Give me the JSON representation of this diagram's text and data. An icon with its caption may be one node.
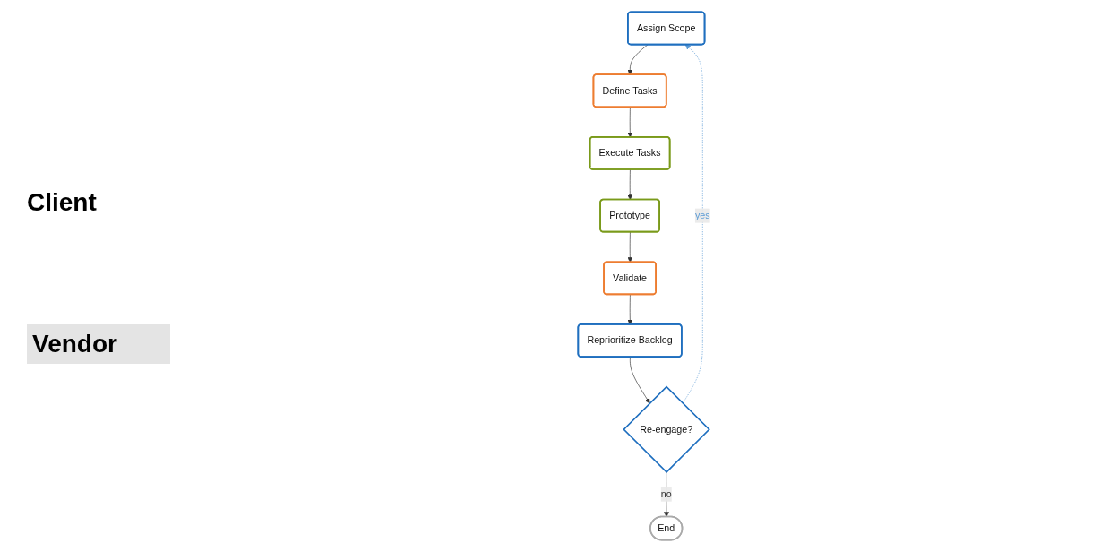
{
  "diagram": {
    "nodes": [
      {
        "text": [
          "Assign Scope"
        ]
      },
      {
        "text": [
          "Reprioritize Backlog"
        ]
      },
      {
        "text": [
          "Re-engage?"
        ]
      },
      {
        "text": [
          "End"
        ]
      },
      {
        "text": [
          "Define Tasks"
        ]
      },
      {
        "text": [
          "Validate"
        ]
      },
      {
        "text": [
          "Execute Tasks"
        ]
      },
      {
        "text": [
          "Prototype"
        ]
      }
    ],
    "edges": [
      {
        "from": 0,
        "to": 4,
        "arrow": "to"
      },
      {
        "from": 4,
        "to": 6,
        "arrow": "to"
      },
      {
        "from": 6,
        "to": 7,
        "arrow": "to"
      },
      {
        "from": 7,
        "to": 5,
        "arrow": "to"
      },
      {
        "from": 5,
        "to": 1,
        "arrow": "to"
      },
      {
        "from": 1,
        "to": 2,
        "arrow": "to"
      },
      {
        "from": 2,
        "to": 3,
        "label": "no",
        "arrow": "to"
      },
      {
        "from": 2,
        "to": 0,
        "label": "yes",
        "arrow": "to",
        "style": "dashed",
        "color": "#5b9bd5"
      }
    ],
    "labels": [
      "Client",
      "Vendor"
    ]
  }
}
